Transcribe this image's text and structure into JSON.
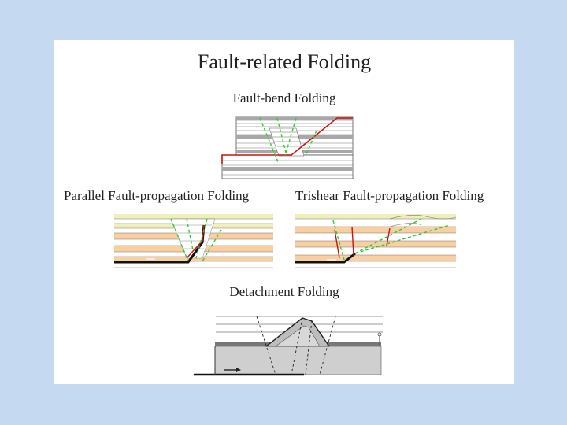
{
  "title": "Fault-related Folding",
  "panels": {
    "fault_bend": {
      "label": "Fault-bend Folding"
    },
    "parallel": {
      "label": "Parallel Fault-propagation Folding"
    },
    "trishear": {
      "label": "Trishear Fault-propagation Folding"
    },
    "detachment": {
      "label": "Detachment Folding"
    }
  },
  "colors": {
    "background": "#c5d9f1",
    "slide": "#ffffff",
    "fault": "#cc1111",
    "axial_surface": "#2ecc2e",
    "layer_orange": "#f9cfa0",
    "layer_yellow": "#eef0b8",
    "layer_gray": "#a8a8a8"
  }
}
